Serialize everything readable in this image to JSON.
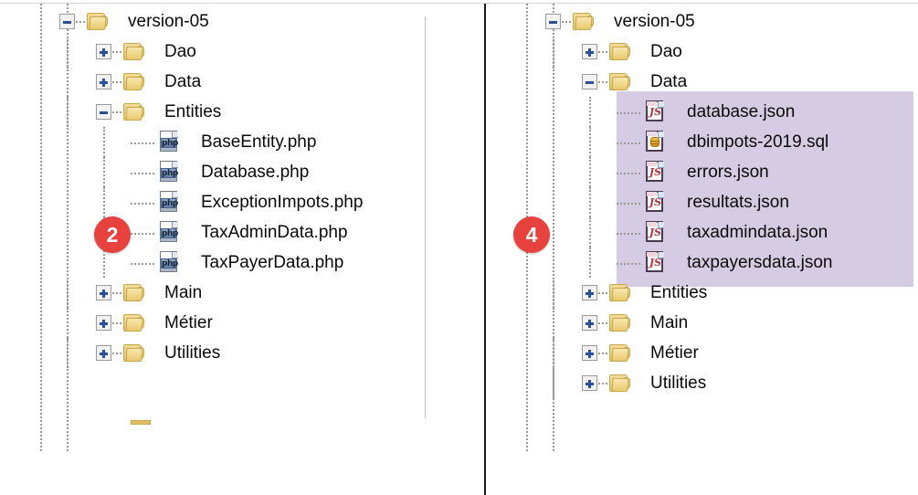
{
  "view": {
    "kind": "file-explorer-tree-comparison",
    "panel_count": 2,
    "highlight_color": "#d5cce3",
    "badge_color": "#e8423f",
    "folder_color": "#e8c96f",
    "text_color": "#0a0a0a"
  },
  "left_panel": {
    "badge": "2",
    "nodes": [
      {
        "label": "version-05",
        "type": "folder",
        "state": "expanded",
        "depth": 0
      },
      {
        "label": "Dao",
        "type": "folder",
        "state": "collapsed",
        "depth": 1
      },
      {
        "label": "Data",
        "type": "folder",
        "state": "collapsed",
        "depth": 1
      },
      {
        "label": "Entities",
        "type": "folder",
        "state": "expanded",
        "depth": 1
      },
      {
        "label": "BaseEntity.php",
        "type": "php",
        "state": "leaf",
        "depth": 2
      },
      {
        "label": "Database.php",
        "type": "php",
        "state": "leaf",
        "depth": 2
      },
      {
        "label": "ExceptionImpots.php",
        "type": "php",
        "state": "leaf",
        "depth": 2
      },
      {
        "label": "TaxAdminData.php",
        "type": "php",
        "state": "leaf",
        "depth": 2
      },
      {
        "label": "TaxPayerData.php",
        "type": "php",
        "state": "leaf",
        "depth": 2
      },
      {
        "label": "Main",
        "type": "folder",
        "state": "collapsed",
        "depth": 1
      },
      {
        "label": "Métier",
        "type": "folder",
        "state": "collapsed",
        "depth": 1
      },
      {
        "label": "Utilities",
        "type": "folder",
        "state": "collapsed",
        "depth": 1
      }
    ]
  },
  "right_panel": {
    "badge": "4",
    "nodes": [
      {
        "label": "version-05",
        "type": "folder",
        "state": "expanded",
        "depth": 0,
        "selected": false
      },
      {
        "label": "Dao",
        "type": "folder",
        "state": "collapsed",
        "depth": 1,
        "selected": false
      },
      {
        "label": "Data",
        "type": "folder",
        "state": "expanded",
        "depth": 1,
        "selected": false
      },
      {
        "label": "database.json",
        "type": "json",
        "state": "leaf",
        "depth": 2,
        "selected": true
      },
      {
        "label": "dbimpots-2019.sql",
        "type": "sql",
        "state": "leaf",
        "depth": 2,
        "selected": true
      },
      {
        "label": "errors.json",
        "type": "json",
        "state": "leaf",
        "depth": 2,
        "selected": true
      },
      {
        "label": "resultats.json",
        "type": "json",
        "state": "leaf",
        "depth": 2,
        "selected": true
      },
      {
        "label": "taxadmindata.json",
        "type": "json",
        "state": "leaf",
        "depth": 2,
        "selected": true
      },
      {
        "label": "taxpayersdata.json",
        "type": "json",
        "state": "leaf",
        "depth": 2,
        "selected": true
      },
      {
        "label": "Entities",
        "type": "folder",
        "state": "collapsed",
        "depth": 1,
        "selected": false
      },
      {
        "label": "Main",
        "type": "folder",
        "state": "collapsed",
        "depth": 1,
        "selected": false
      },
      {
        "label": "Métier",
        "type": "folder",
        "state": "collapsed",
        "depth": 1,
        "selected": false
      },
      {
        "label": "Utilities",
        "type": "folder",
        "state": "collapsed",
        "depth": 1,
        "selected": false
      }
    ]
  },
  "icons": {
    "folder": "folder-icon",
    "php": "php-file-icon",
    "json": "json-file-icon",
    "sql": "sql-file-icon",
    "expander_plus": "expander-plus-icon",
    "expander_minus": "expander-minus-icon",
    "php_glyph": "php",
    "json_glyph": "JS"
  }
}
